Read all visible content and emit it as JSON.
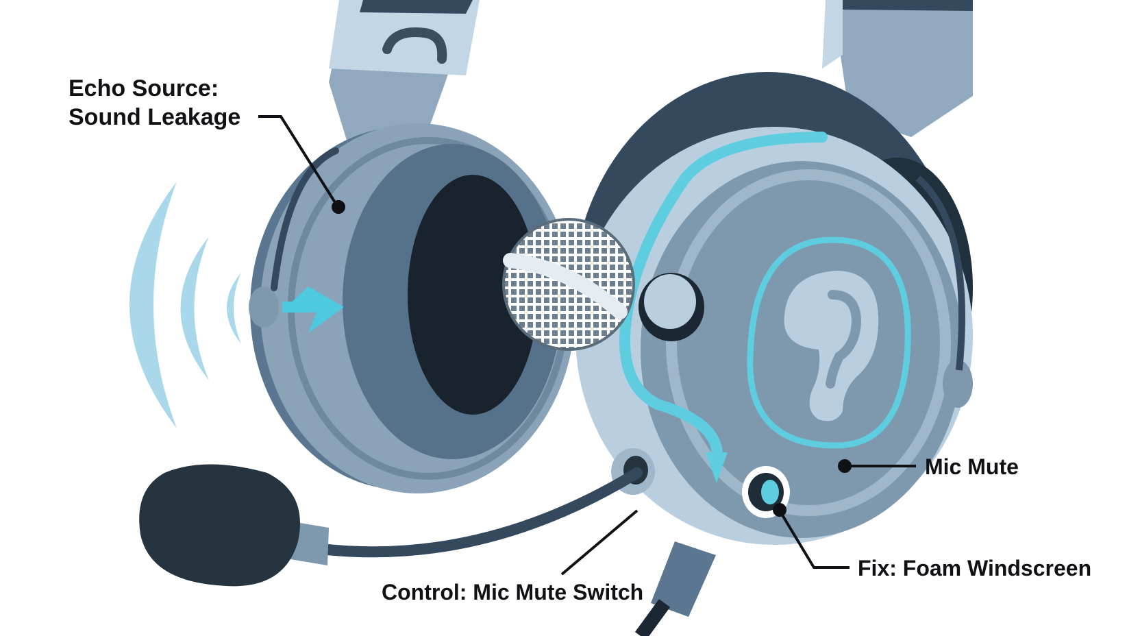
{
  "callouts": {
    "echo_source": {
      "line1": "Echo Source:",
      "line2": "Sound Leakage"
    },
    "mic_mute": {
      "label": "Mic Mute"
    },
    "fix": {
      "label": "Fix: Foam Windscreen"
    },
    "control": {
      "label": "Control: Mic Mute Switch"
    }
  },
  "colors": {
    "outline_dark": "#34495e",
    "shell_mid": "#7e98ae",
    "shell_light": "#b9cfe0",
    "cushion": "#56728a",
    "cavity": "#18232e",
    "accent_cyan": "#5fcde0",
    "sound_wave": "#a9d8ea",
    "foam": "#26343f",
    "text": "#0f1114"
  }
}
